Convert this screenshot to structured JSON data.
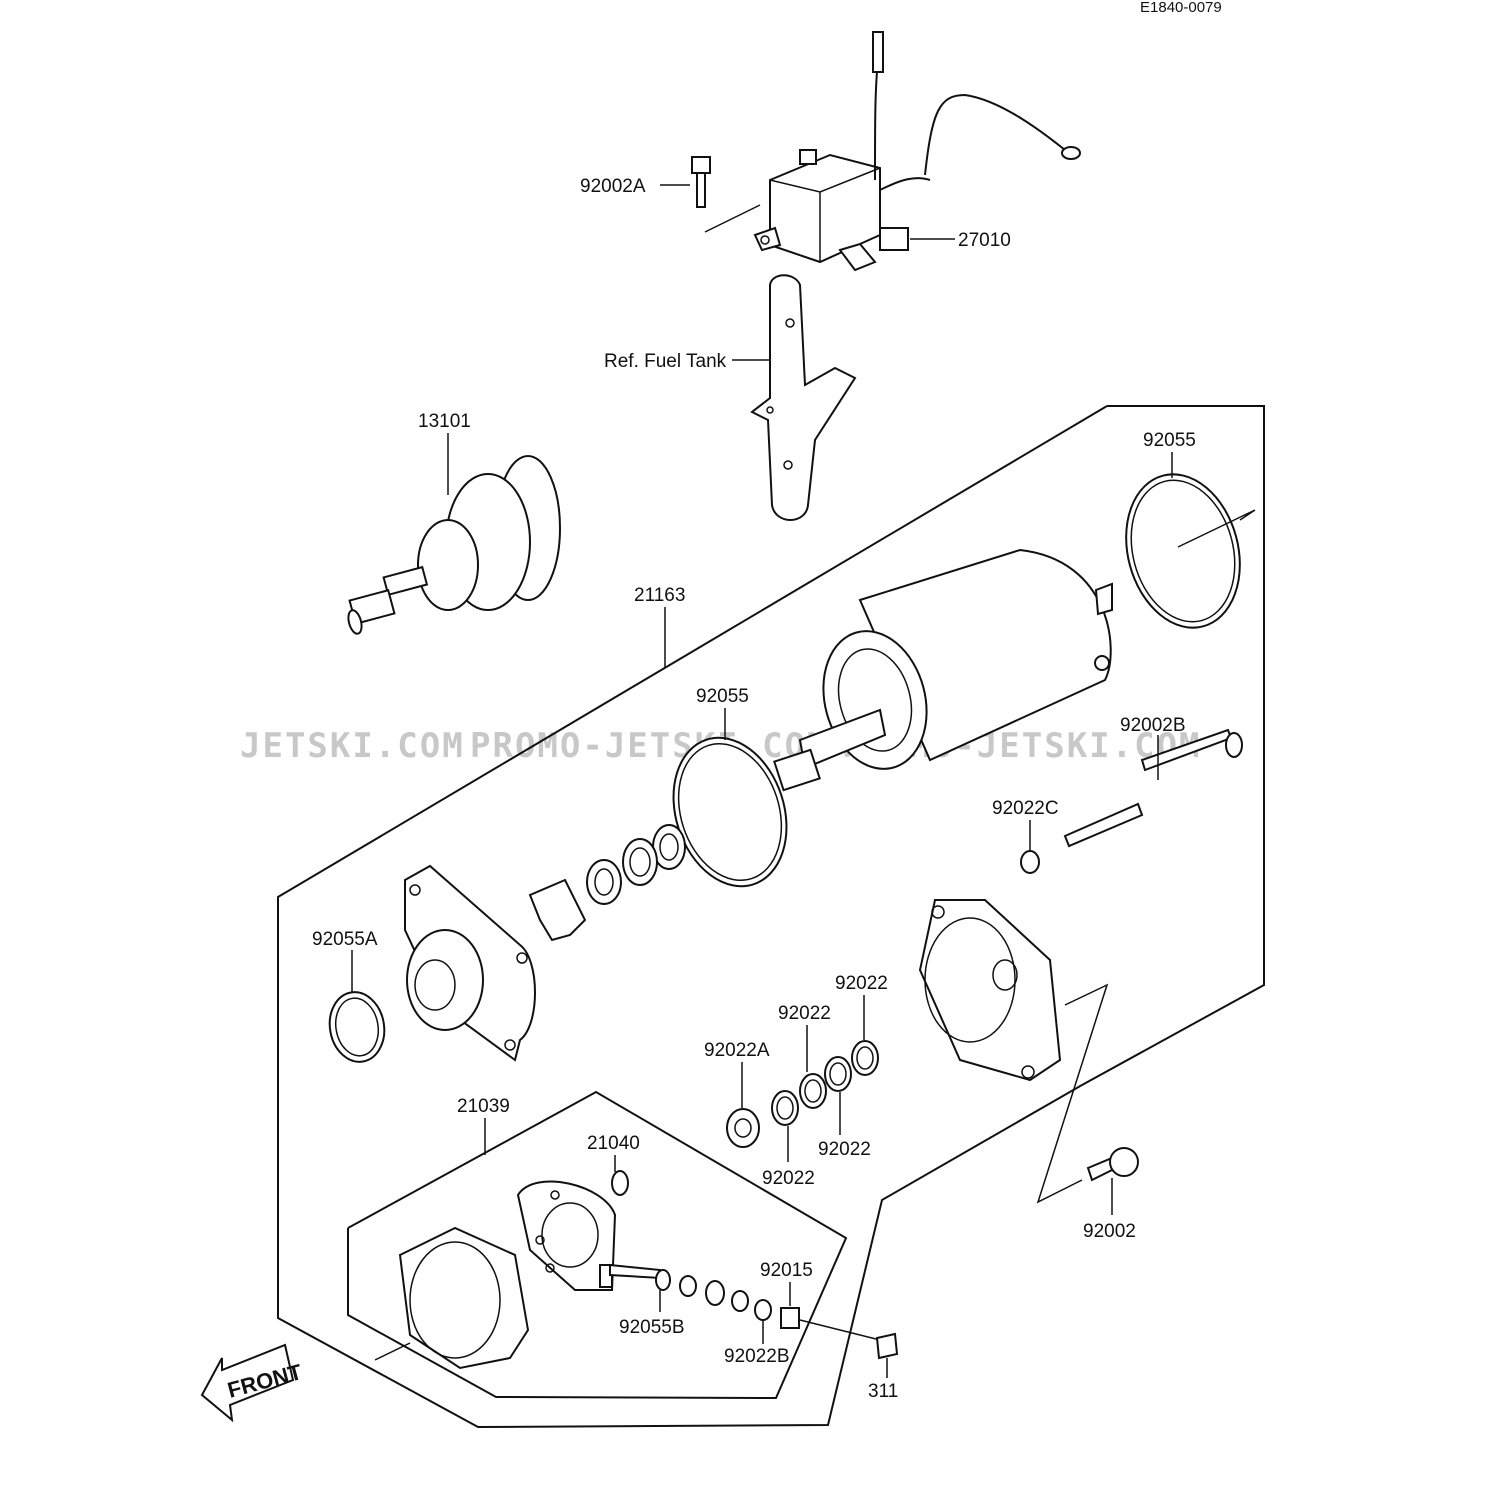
{
  "diagram": {
    "code": "E1840-0079",
    "watermarks": [
      "JETSKI.COM",
      "PROMO-JETSKI.COM",
      "PROMO-JETSKI.COM"
    ],
    "front_label": "FRONT",
    "reference_note": "Ref. Fuel Tank",
    "labels": {
      "p92002A": "92002A",
      "p27010": "27010",
      "p13101": "13101",
      "p92055_top": "92055",
      "p21163": "21163",
      "p92055_mid": "92055",
      "p92002B": "92002B",
      "p92022C": "92022C",
      "p92055A": "92055A",
      "p92022_1": "92022",
      "p92022_2": "92022",
      "p92022A": "92022A",
      "p92022_3": "92022",
      "p92022_4": "92022",
      "p21039": "21039",
      "p21040": "21040",
      "p92002": "92002",
      "p92015": "92015",
      "p92055B": "92055B",
      "p92022B": "92022B",
      "p311": "311"
    }
  }
}
